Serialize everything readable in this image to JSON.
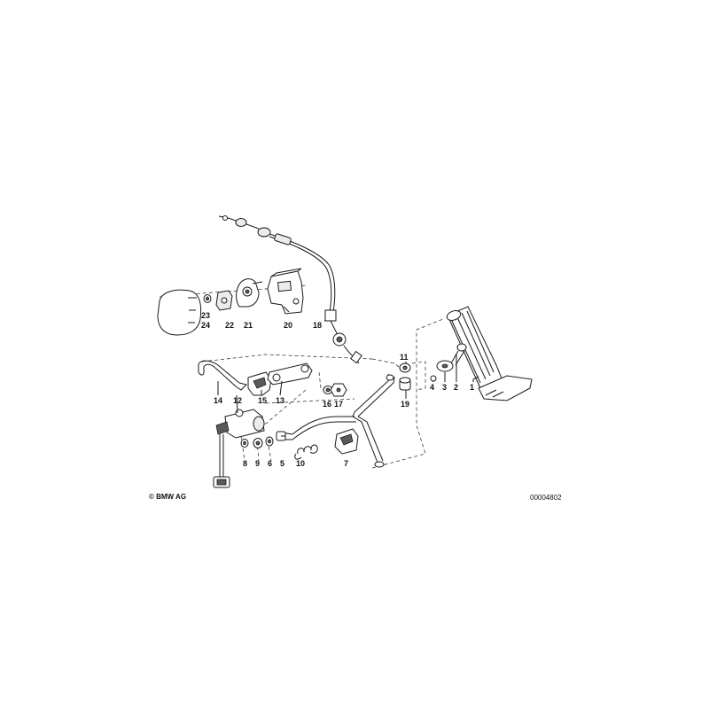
{
  "diagram": {
    "copyright": "© BMW AG",
    "drawing_id": "00004802",
    "callouts": [
      "1",
      "2",
      "3",
      "4",
      "5",
      "6",
      "7",
      "8",
      "9",
      "10",
      "11",
      "12",
      "13",
      "14",
      "15",
      "16",
      "17",
      "18",
      "19",
      "20",
      "21",
      "22",
      "23",
      "24"
    ]
  }
}
